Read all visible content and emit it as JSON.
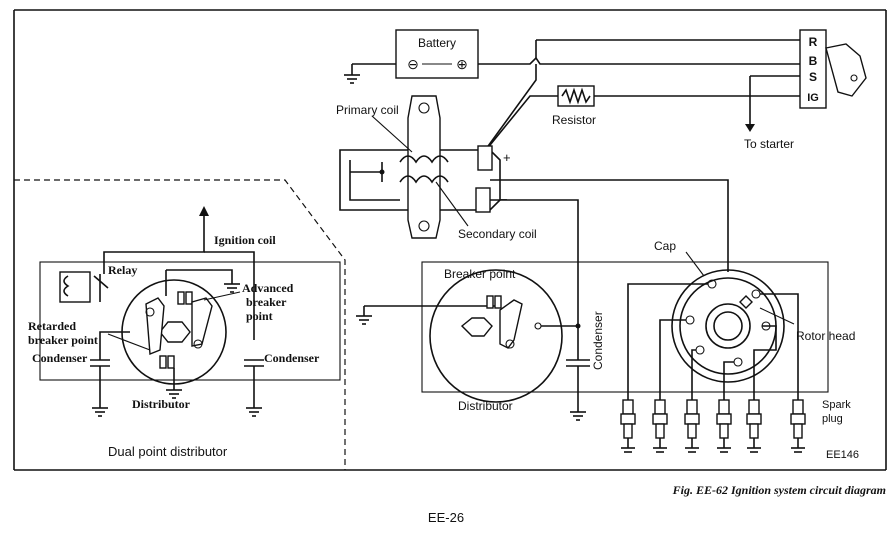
{
  "labels": {
    "battery": "Battery",
    "battery_neg": "⊖",
    "battery_pos": "⊕",
    "switch_r": "R",
    "switch_b": "B",
    "switch_s": "S",
    "switch_ig": "IG",
    "resistor": "Resistor",
    "to_starter": "To starter",
    "primary_coil": "Primary coil",
    "secondary_coil": "Secondary coil",
    "coil_plus": "+",
    "coil_minus": "−",
    "ignition_coil": "Ignition coil",
    "relay": "Relay",
    "advanced_breaker_point_1": "Advanced",
    "advanced_breaker_point_2": "breaker",
    "advanced_breaker_point_3": "point",
    "retarded_breaker_point_1": "Retarded",
    "retarded_breaker_point_2": "breaker point",
    "condenser_left": "Condenser",
    "condenser_right": "Condenser",
    "distributor_left": "Distributor",
    "dual_point_distributor": "Dual point distributor",
    "breaker_point": "Breaker point",
    "condenser_main": "Condenser",
    "distributor_main": "Distributor",
    "cap": "Cap",
    "rotor_head": "Rotor head",
    "spark_plug_1": "Spark",
    "spark_plug_2": "plug",
    "code": "EE146"
  },
  "caption": "Fig. EE-62 Ignition system circuit diagram",
  "page_number": "EE-26"
}
